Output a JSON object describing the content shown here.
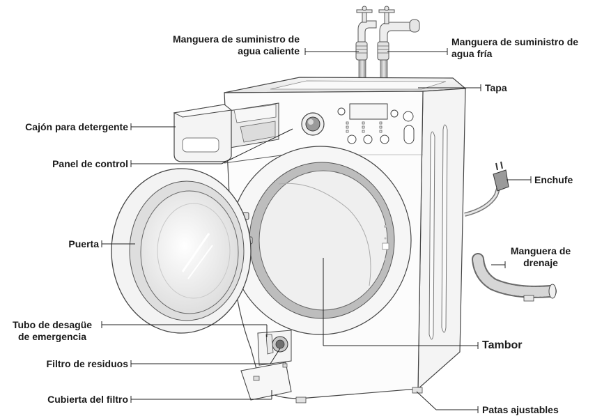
{
  "labels": {
    "hot_hose_line1": "Manguera de suministro de",
    "hot_hose_line2": "agua caliente",
    "cold_hose_line1": "Manguera de suministro de",
    "cold_hose_line2": "agua fría",
    "lid": "Tapa",
    "detergent_drawer": "Cajón para detergente",
    "control_panel": "Panel de control",
    "plug": "Enchufe",
    "door": "Puerta",
    "drain_hose_line1": "Manguera de",
    "drain_hose_line2": "drenaje",
    "emergency_drain_line1": "Tubo de desagüe",
    "emergency_drain_line2": "de emergencia",
    "drum": "Tambor",
    "debris_filter": "Filtro de residuos",
    "filter_cover": "Cubierta del filtro",
    "adjustable_feet": "Patas ajustables"
  }
}
